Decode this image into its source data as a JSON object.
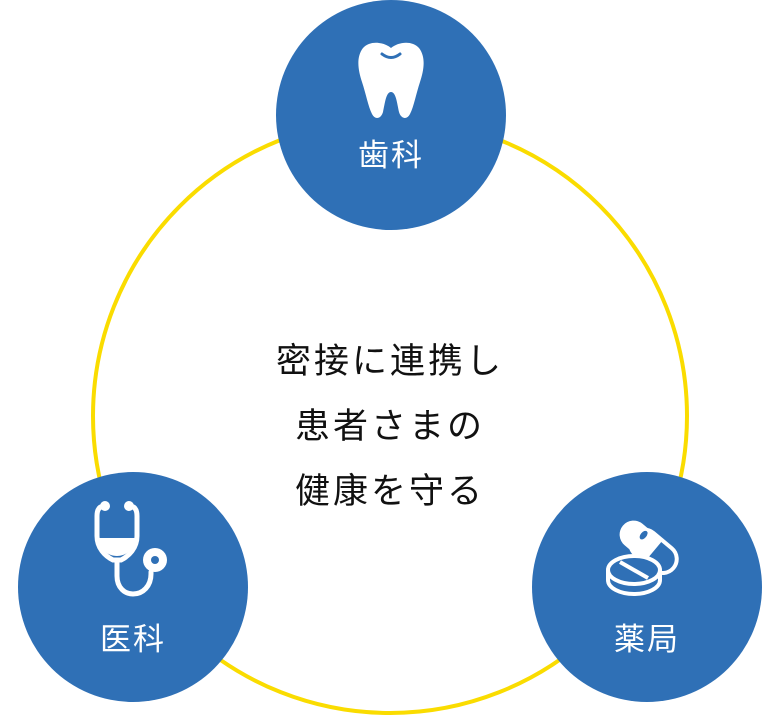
{
  "diagram": {
    "center": {
      "lines": [
        "密接に連携し",
        "患者さまの",
        "健康を守る"
      ]
    },
    "nodes": [
      {
        "label": "歯科",
        "icon": "tooth-icon"
      },
      {
        "label": "医科",
        "icon": "stethoscope-icon"
      },
      {
        "label": "薬局",
        "icon": "pills-icon"
      }
    ],
    "colors": {
      "node_fill": "#2F70B6",
      "ring": "#FADC00",
      "node_text": "#FFFFFF",
      "center_text": "#111111"
    }
  }
}
